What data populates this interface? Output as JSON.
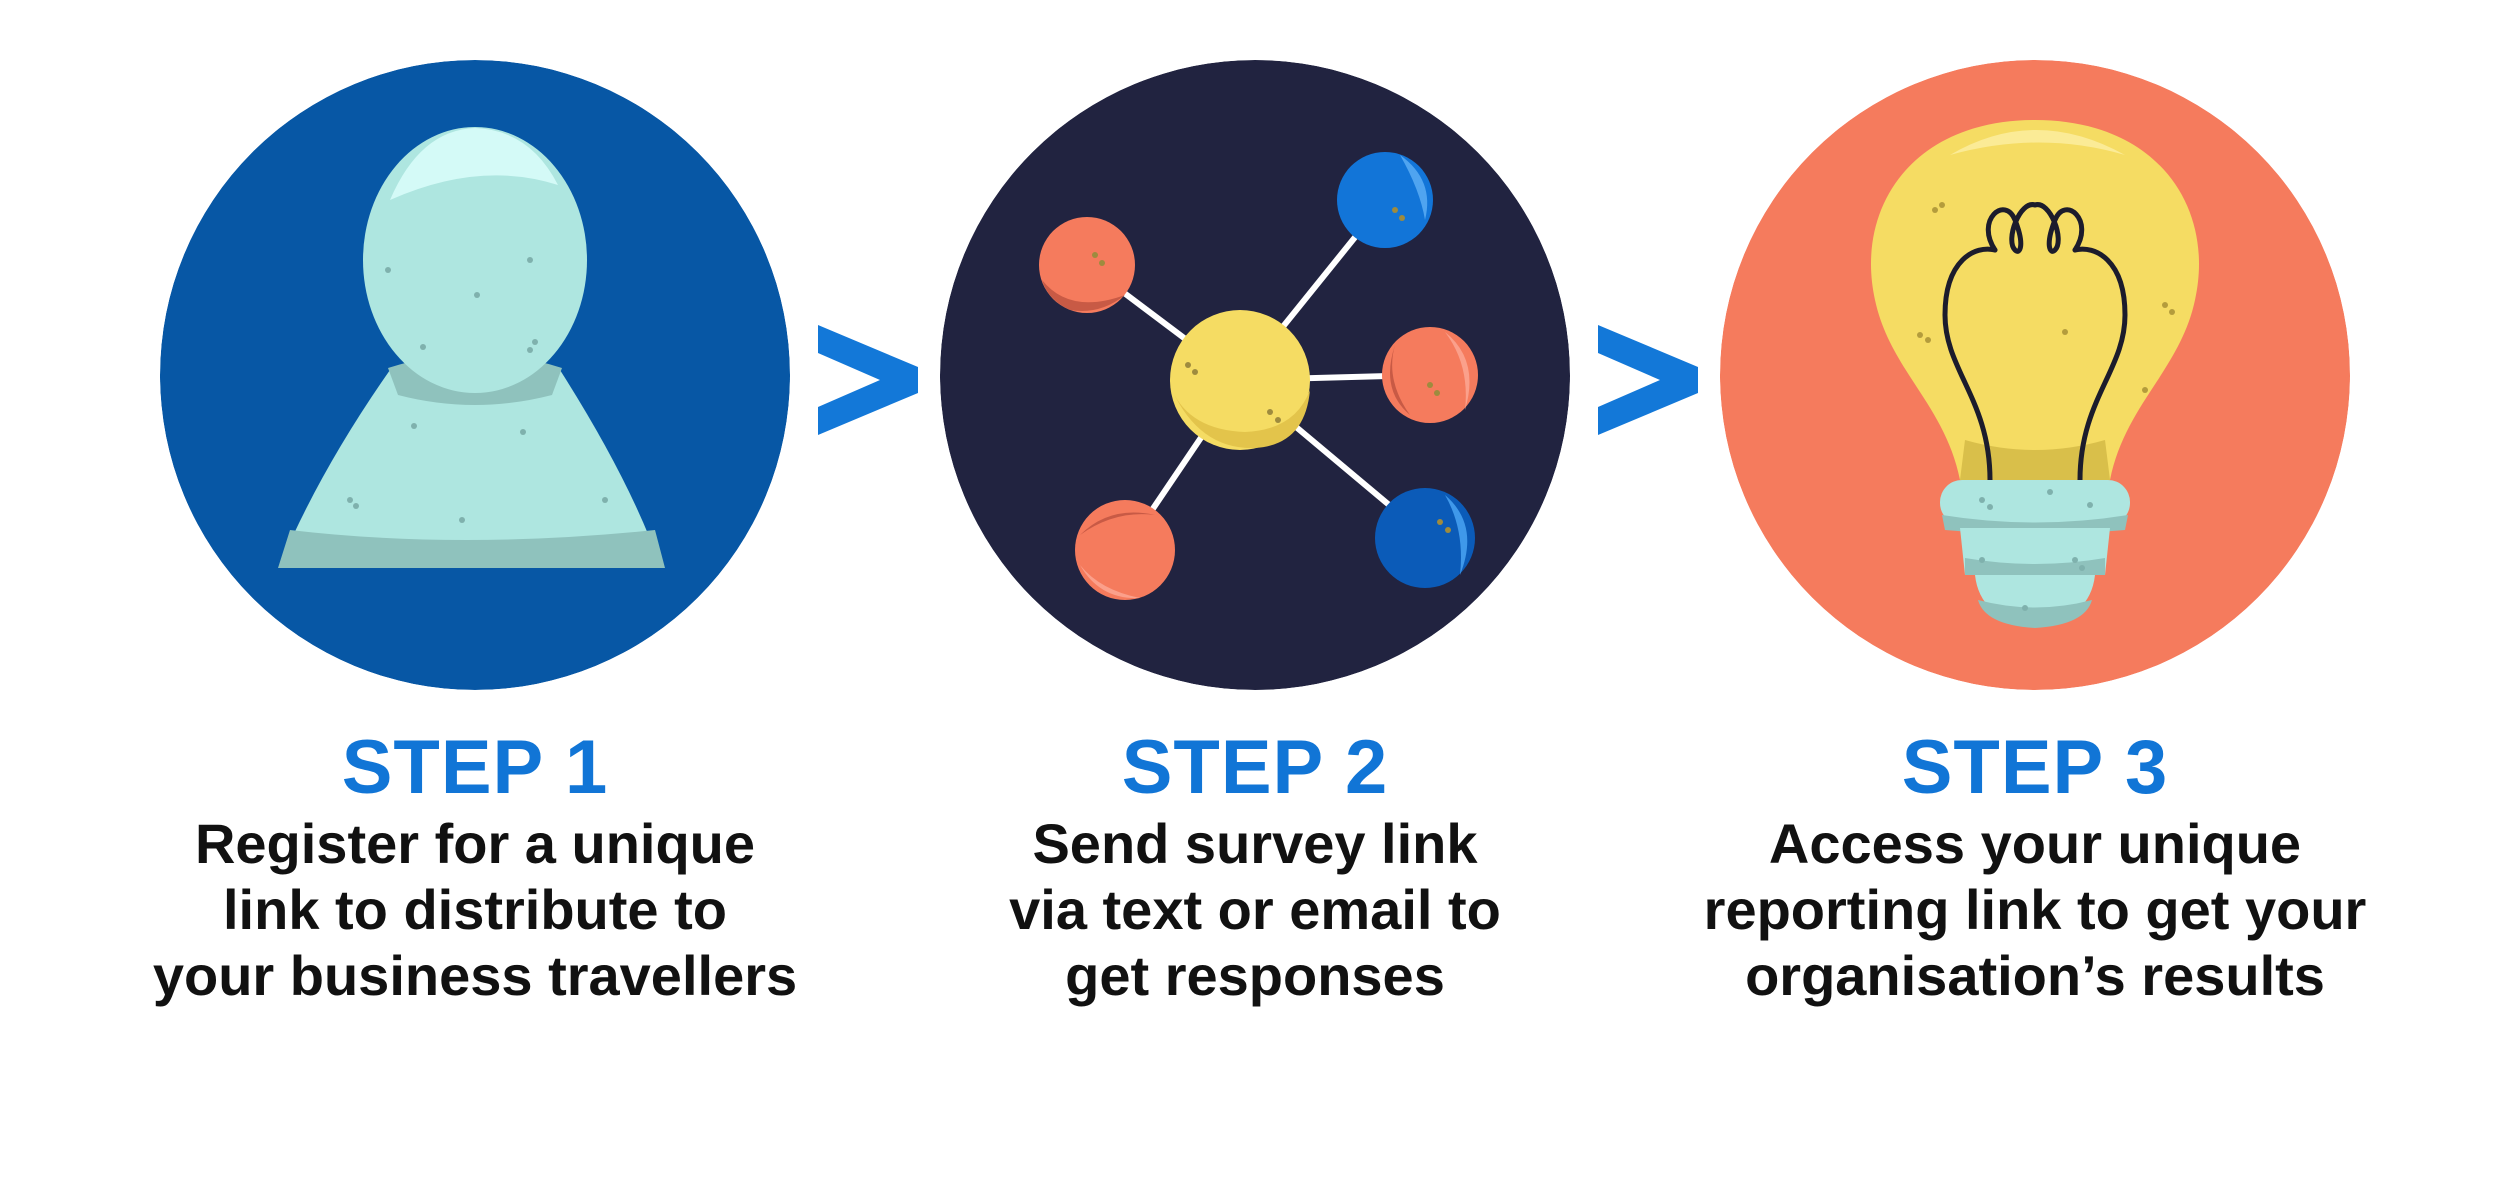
{
  "colors": {
    "step_title": "#1175d6",
    "chevron": "#1378d8",
    "circle_1": "#0757a5",
    "circle_2": "#212340",
    "circle_3": "#f57b5d"
  },
  "steps": [
    {
      "title": "STEP 1",
      "description": [
        "Register for a unique",
        "link to distribute to",
        "your business travellers"
      ],
      "icon": "person-icon"
    },
    {
      "title": "STEP 2",
      "description": [
        "Send survey link",
        "via text or email to",
        "get responses"
      ],
      "icon": "network-icon"
    },
    {
      "title": "STEP 3",
      "description": [
        "Access your unique",
        "reporting link to get your",
        "organisation’s results"
      ],
      "icon": "lightbulb-icon"
    }
  ],
  "connectors": [
    "chevron-right-icon",
    "chevron-right-icon"
  ]
}
